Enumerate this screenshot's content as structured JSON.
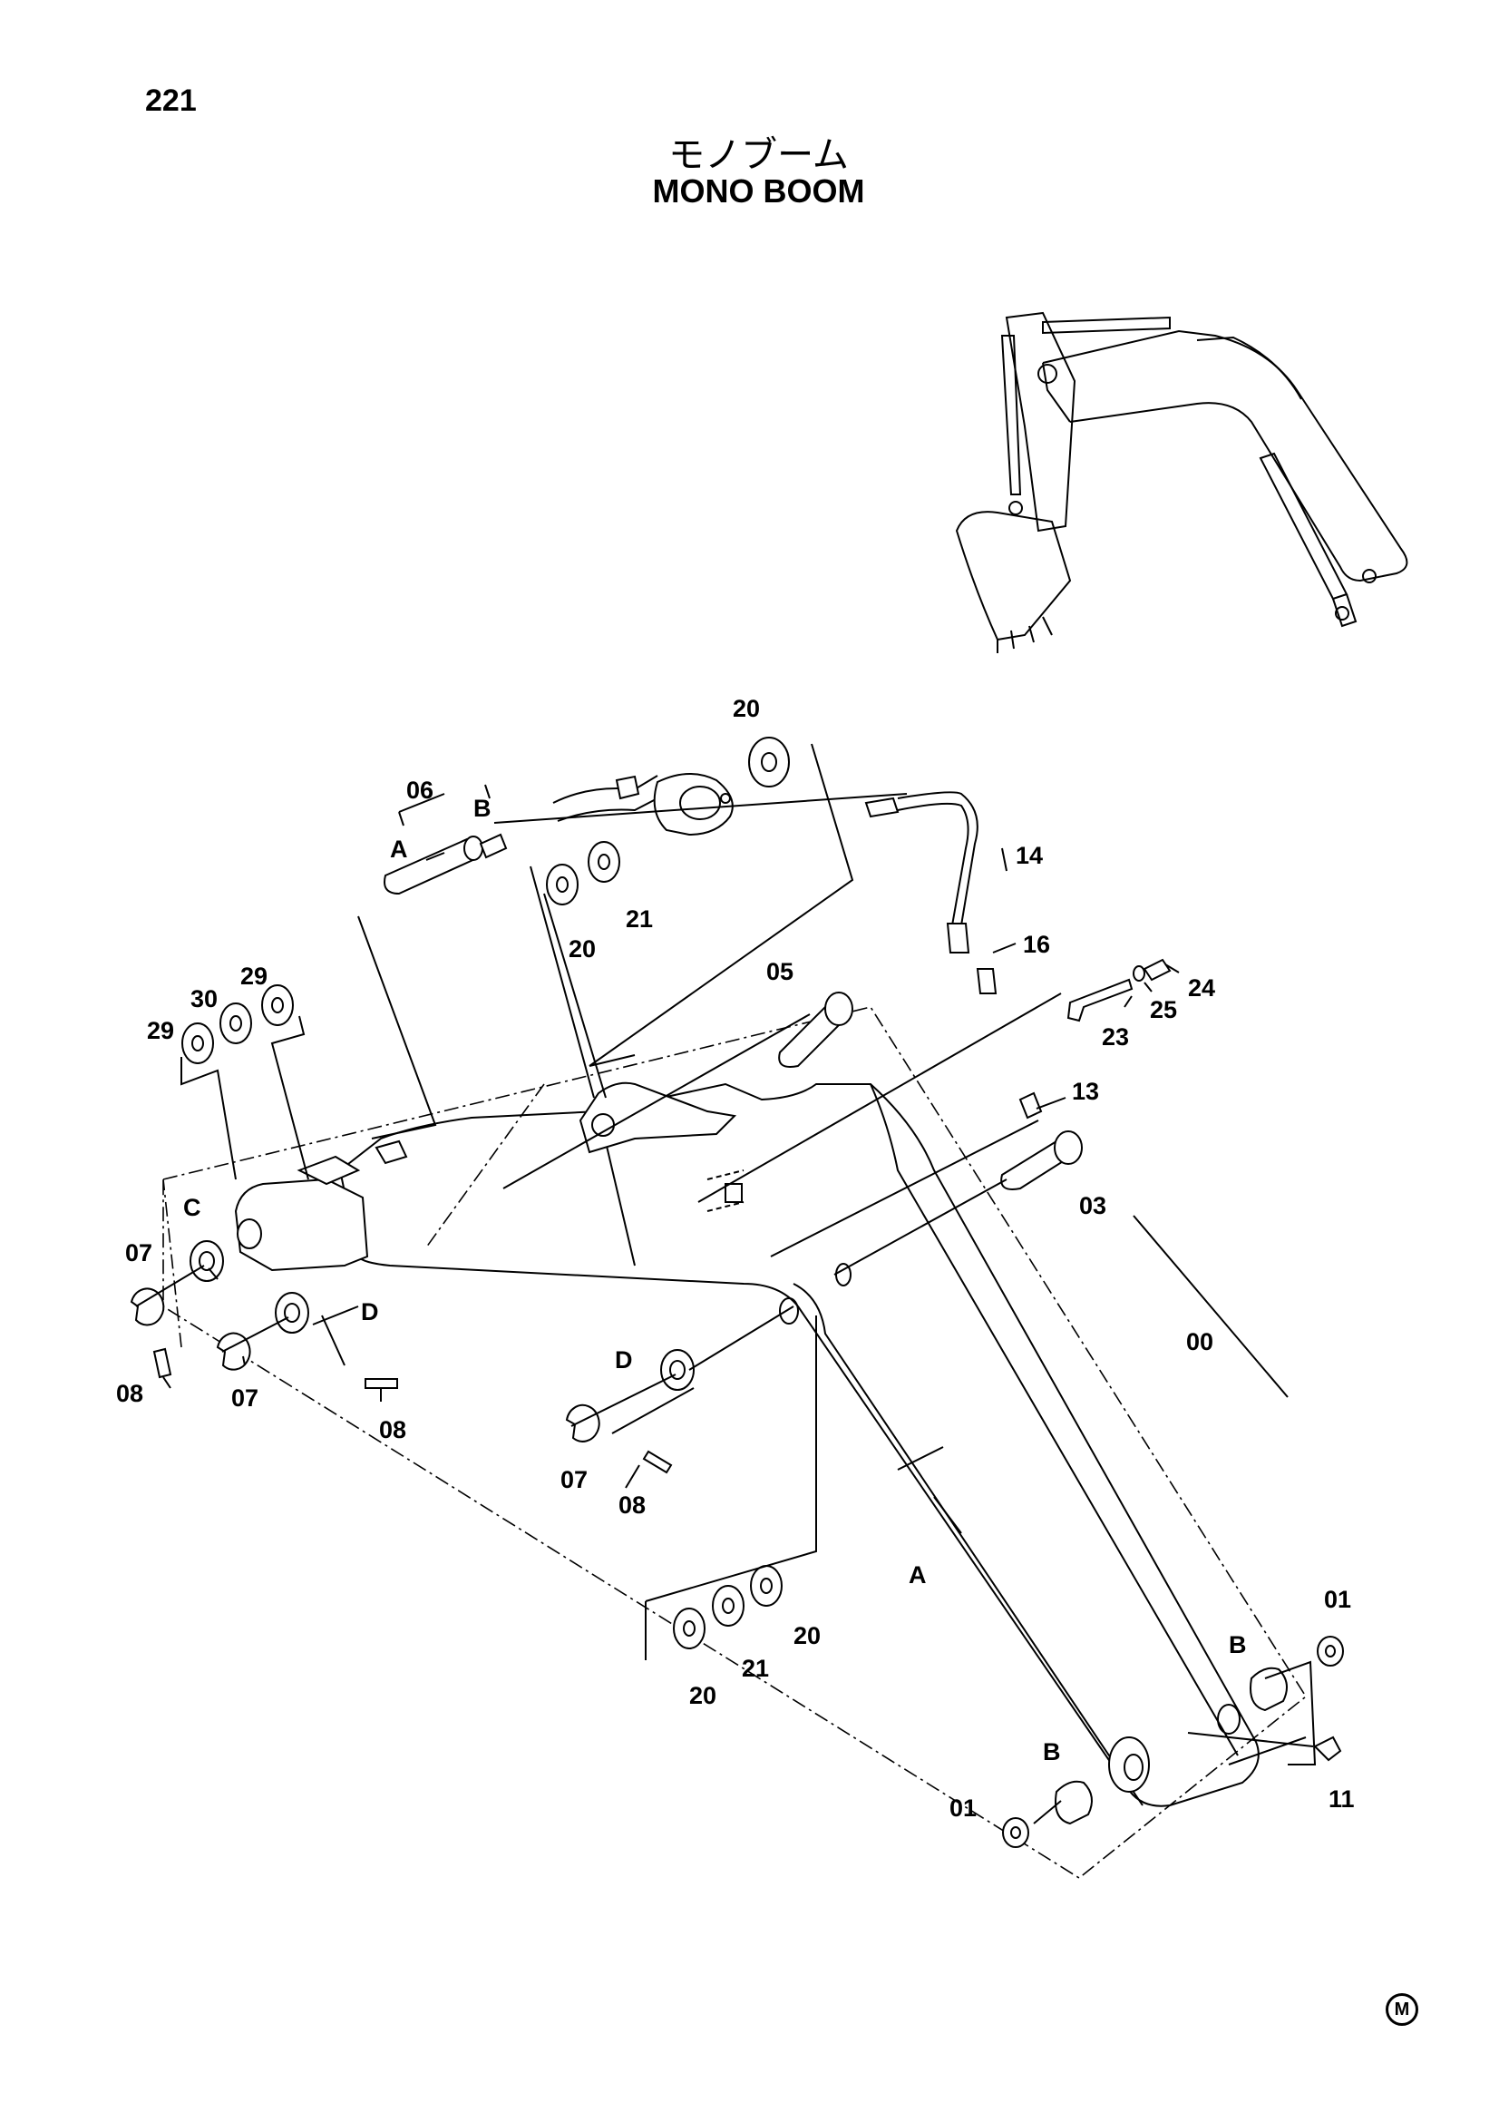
{
  "page": {
    "number": "221",
    "title_jp": "モノブーム",
    "title_en": "MONO BOOM",
    "corner_mark": "M"
  },
  "callouts": [
    {
      "id": "c-20-top",
      "text": "20"
    },
    {
      "id": "c-06",
      "text": "06"
    },
    {
      "id": "c-B-top",
      "text": "B"
    },
    {
      "id": "c-A-top",
      "text": "A"
    },
    {
      "id": "c-14",
      "text": "14"
    },
    {
      "id": "c-20-mid",
      "text": "20"
    },
    {
      "id": "c-21-top",
      "text": "21"
    },
    {
      "id": "c-16",
      "text": "16"
    },
    {
      "id": "c-05",
      "text": "05"
    },
    {
      "id": "c-24",
      "text": "24"
    },
    {
      "id": "c-25",
      "text": "25"
    },
    {
      "id": "c-23",
      "text": "23"
    },
    {
      "id": "c-29-right",
      "text": "29"
    },
    {
      "id": "c-30",
      "text": "30"
    },
    {
      "id": "c-29-left",
      "text": "29"
    },
    {
      "id": "c-13",
      "text": "13"
    },
    {
      "id": "c-03",
      "text": "03"
    },
    {
      "id": "c-C",
      "text": "C"
    },
    {
      "id": "c-07-left",
      "text": "07"
    },
    {
      "id": "c-D-left",
      "text": "D"
    },
    {
      "id": "c-08-left",
      "text": "08"
    },
    {
      "id": "c-07-mid",
      "text": "07"
    },
    {
      "id": "c-08-mid",
      "text": "08"
    },
    {
      "id": "c-D-mid",
      "text": "D"
    },
    {
      "id": "c-07-low",
      "text": "07"
    },
    {
      "id": "c-08-low",
      "text": "08"
    },
    {
      "id": "c-00",
      "text": "00"
    },
    {
      "id": "c-A-low",
      "text": "A"
    },
    {
      "id": "c-01-right",
      "text": "01"
    },
    {
      "id": "c-B-right",
      "text": "B"
    },
    {
      "id": "c-20-low-right",
      "text": "20"
    },
    {
      "id": "c-21-low",
      "text": "21"
    },
    {
      "id": "c-20-low-left",
      "text": "20"
    },
    {
      "id": "c-B-low",
      "text": "B"
    },
    {
      "id": "c-11",
      "text": "11"
    },
    {
      "id": "c-01-low",
      "text": "01"
    }
  ]
}
